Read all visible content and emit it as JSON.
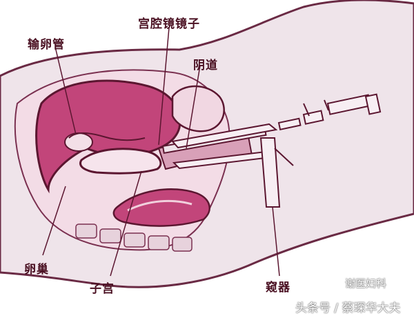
{
  "labels": {
    "fallopian_tube": "输卵管",
    "hysteroscope": "宫腔镜镜子",
    "vagina": "阴道",
    "ovary": "卵巢",
    "uterus": "子宫",
    "speculum": "窥器"
  },
  "watermark": {
    "account": "谢医妇科",
    "source": "头条号 / 蔡琛华大夫"
  },
  "colors": {
    "background": "#ffffff",
    "body_fill": "#efe4ea",
    "organ_fill": "#c2457a",
    "organ_dark": "#8e1f4f",
    "outline": "#5b1630",
    "label_text": "#4a1022"
  }
}
